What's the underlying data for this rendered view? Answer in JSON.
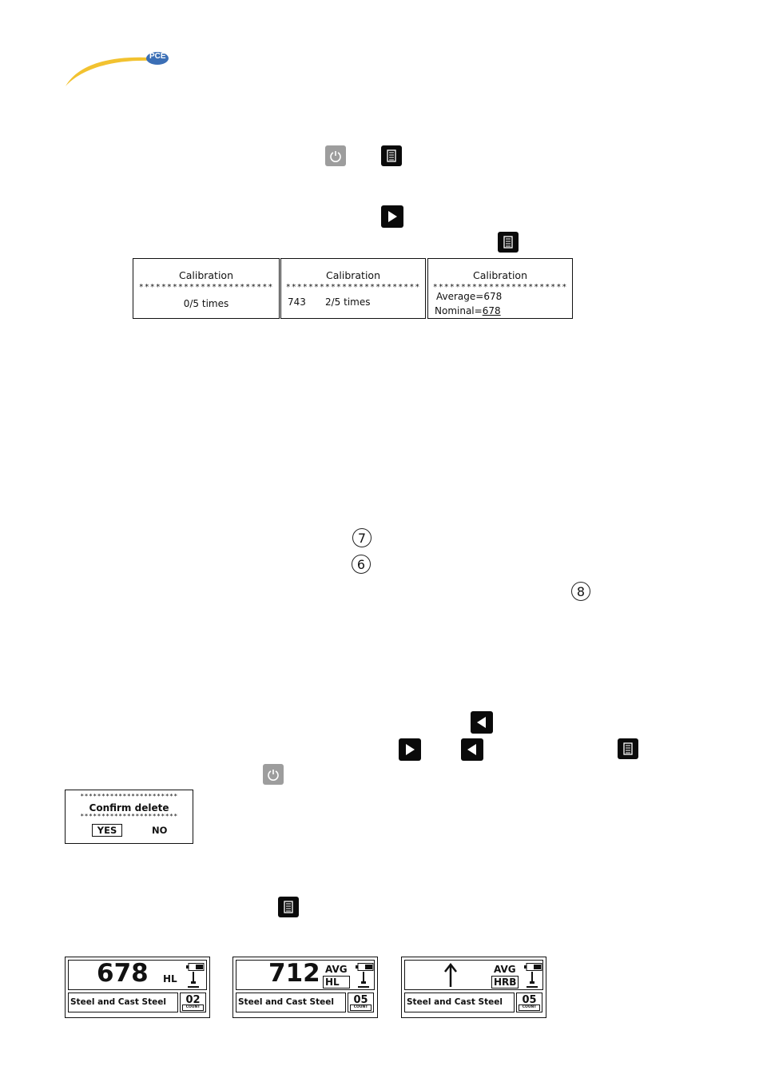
{
  "logo": {
    "brand": "PCE",
    "swoosh_color": "#f2c230",
    "badge_color": "#3b6fb6"
  },
  "icons": {
    "power": "power-icon",
    "menu": "menu-icon",
    "right": "right-arrow-icon",
    "left": "left-arrow-icon"
  },
  "circled": {
    "c7": "7",
    "c6": "6",
    "c8": "8"
  },
  "calibration": [
    {
      "title": "Calibration",
      "stars": "************************",
      "line1": "0/5 times",
      "line2": ""
    },
    {
      "title": "Calibration",
      "stars": "************************",
      "reading": "743",
      "count": "2/5 times"
    },
    {
      "title": "Calibration",
      "stars": "************************",
      "average": "Average=678",
      "nominal_label": "Nominal=",
      "nominal_value": "678"
    }
  ],
  "confirm": {
    "stars": "***********************",
    "message": "Confirm delete",
    "yes": "YES",
    "no": "NO"
  },
  "measure": [
    {
      "value": "678",
      "avg": "",
      "unit": "HL",
      "material": "Steel and Cast Steel",
      "count": "02",
      "count_label": "COUNT"
    },
    {
      "value": "712",
      "avg": "AVG",
      "unit": "HL",
      "material": "Steel and Cast Steel",
      "count": "05",
      "count_label": "COUNT"
    },
    {
      "value": "",
      "avg": "AVG",
      "unit": "HRB",
      "material": "Steel and Cast Steel",
      "count": "05",
      "count_label": "COUNT"
    }
  ]
}
